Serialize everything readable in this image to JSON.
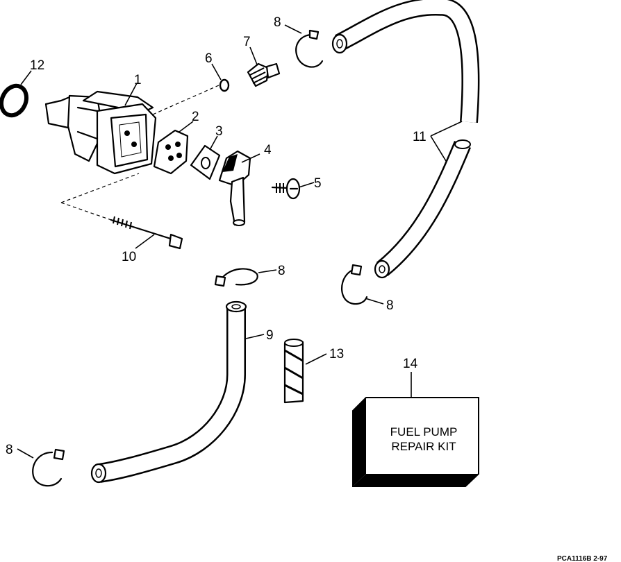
{
  "callouts": {
    "c1": "1",
    "c2": "2",
    "c3": "3",
    "c4": "4",
    "c5": "5",
    "c6": "6",
    "c7": "7",
    "c8a": "8",
    "c8b": "8",
    "c8c": "8",
    "c8d": "8",
    "c9": "9",
    "c10": "10",
    "c11": "11",
    "c12": "12",
    "c13": "13",
    "c14": "14"
  },
  "kit_box": {
    "line1": "FUEL PUMP",
    "line2": "REPAIR KIT"
  },
  "drawing_code": "PCA1116B   2-97"
}
